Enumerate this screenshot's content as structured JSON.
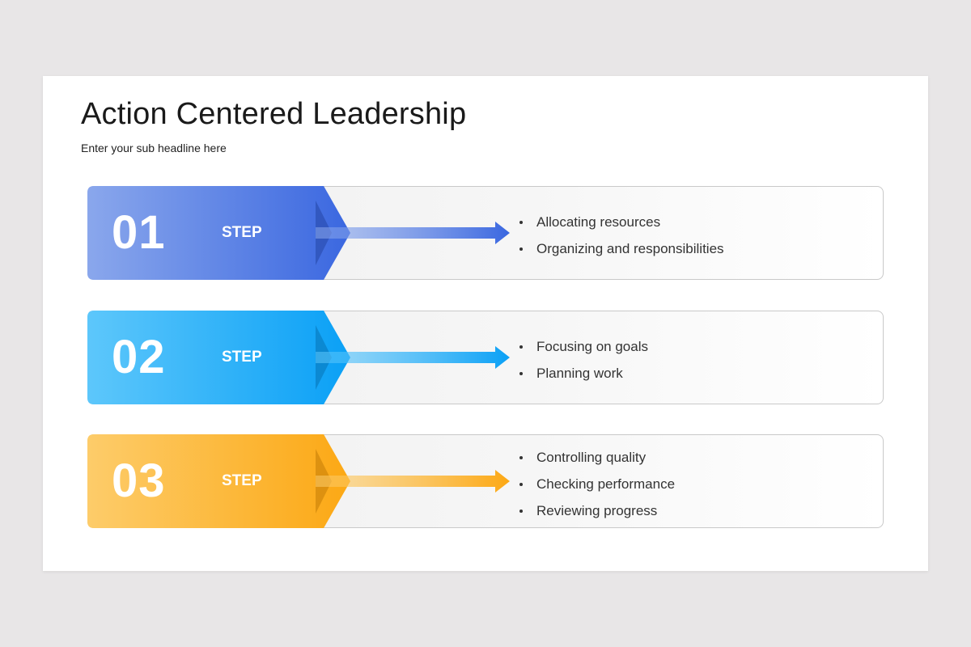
{
  "slide": {
    "title": "Action Centered Leadership",
    "subtitle": "Enter your sub headline here"
  },
  "steps": [
    {
      "number": "01",
      "label": "STEP",
      "color_light": "#8aa7ec",
      "color_dark": "#3a67e0",
      "color_shadow": "#2445a6",
      "items": [
        "Allocating resources",
        "Organizing and responsibilities"
      ]
    },
    {
      "number": "02",
      "label": "STEP",
      "color_light": "#5dc7fb",
      "color_dark": "#0aa0f6",
      "color_shadow": "#0672b4",
      "items": [
        "Focusing on goals",
        "Planning work"
      ]
    },
    {
      "number": "03",
      "label": "STEP",
      "color_light": "#fdcc6a",
      "color_dark": "#fca814",
      "color_shadow": "#c27b06",
      "items": [
        "Controlling quality",
        "Checking performance",
        "Reviewing progress"
      ]
    }
  ]
}
